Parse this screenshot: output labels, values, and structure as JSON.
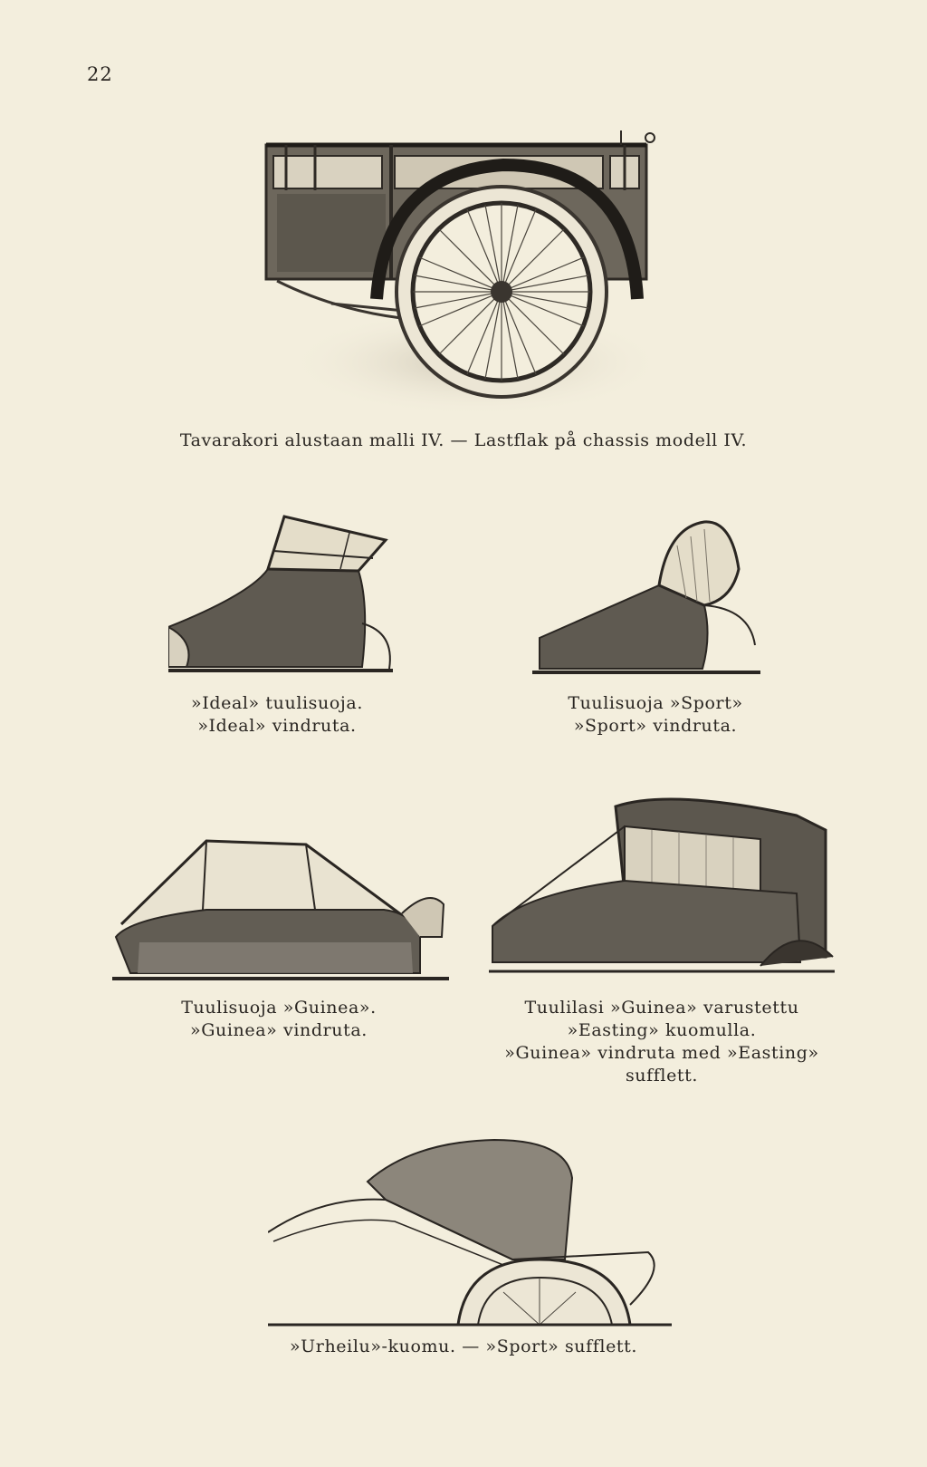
{
  "page_number": "22",
  "figures": [
    {
      "id": "lastflak",
      "caption": [
        "Tavarakori alustaan malli IV. — Lastflak på chassis modell IV."
      ]
    },
    {
      "id": "ideal",
      "caption": [
        "»Ideal» tuulisuoja.",
        "»Ideal» vindruta."
      ]
    },
    {
      "id": "sport",
      "caption": [
        "Tuulisuoja »Sport»",
        "»Sport» vindruta."
      ]
    },
    {
      "id": "guinea",
      "caption": [
        "Tuulisuoja »Guinea».",
        "»Guinea» vindruta."
      ]
    },
    {
      "id": "guinea-easting",
      "caption": [
        "Tuulilasi »Guinea» varustettu",
        "»Easting» kuomulla.",
        "»Guinea» vindruta med »Easting»",
        "sufflett."
      ]
    },
    {
      "id": "urheilu",
      "caption": [
        "»Urheilu»-kuomu. — »Sport» sufflett."
      ]
    }
  ]
}
